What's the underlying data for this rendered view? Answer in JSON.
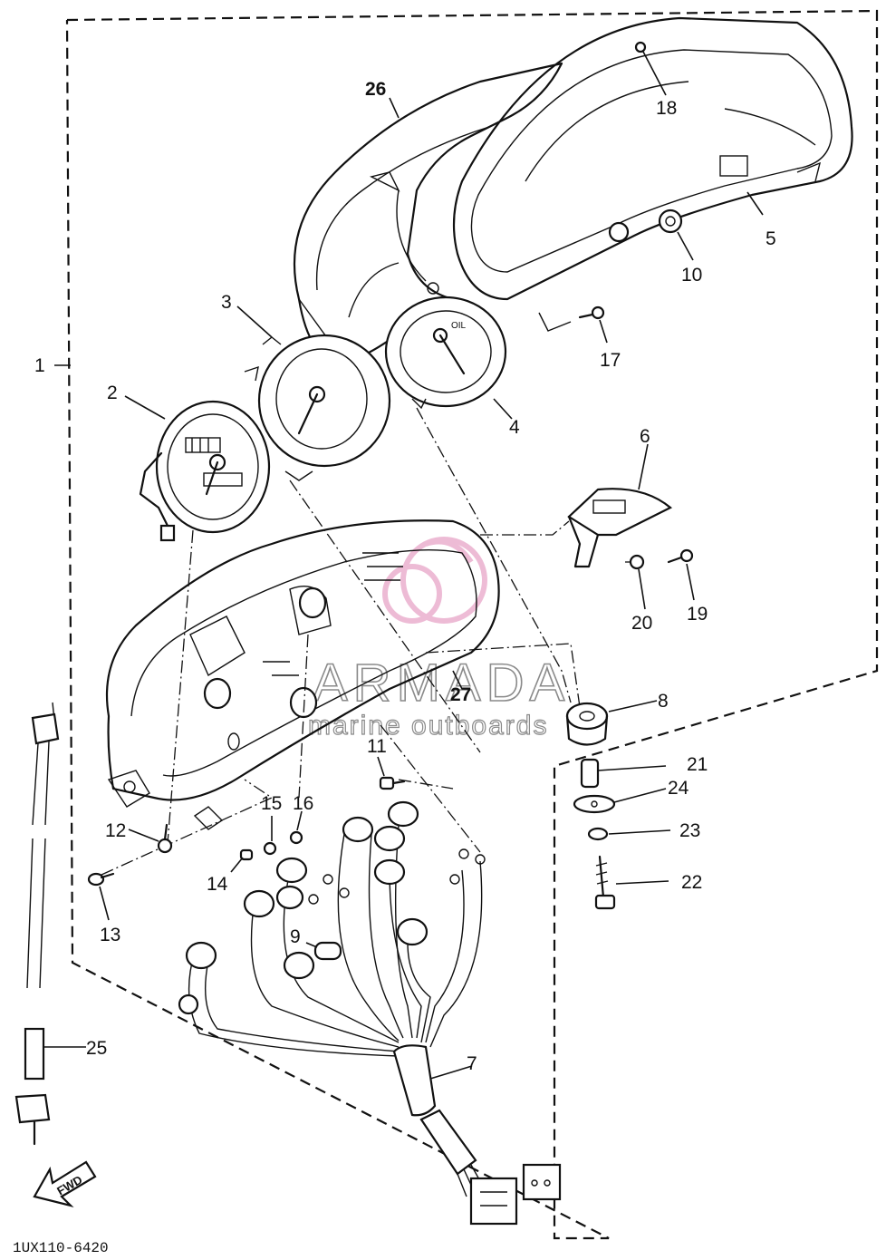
{
  "diagram": {
    "catalog_code": "1UX110-6420",
    "fwd_arrow_label": "FWD",
    "watermark": {
      "brand": "ARMADA",
      "tagline": "marine outboards"
    },
    "callouts": [
      {
        "id": "1",
        "label": "1"
      },
      {
        "id": "2",
        "label": "2"
      },
      {
        "id": "3",
        "label": "3"
      },
      {
        "id": "4",
        "label": "4"
      },
      {
        "id": "5",
        "label": "5"
      },
      {
        "id": "6",
        "label": "6"
      },
      {
        "id": "7",
        "label": "7"
      },
      {
        "id": "8",
        "label": "8"
      },
      {
        "id": "9",
        "label": "9"
      },
      {
        "id": "10",
        "label": "10"
      },
      {
        "id": "11",
        "label": "11"
      },
      {
        "id": "12",
        "label": "12"
      },
      {
        "id": "13",
        "label": "13"
      },
      {
        "id": "14",
        "label": "14"
      },
      {
        "id": "15",
        "label": "15"
      },
      {
        "id": "16",
        "label": "16"
      },
      {
        "id": "17",
        "label": "17"
      },
      {
        "id": "18",
        "label": "18"
      },
      {
        "id": "19",
        "label": "19"
      },
      {
        "id": "20",
        "label": "20"
      },
      {
        "id": "21",
        "label": "21"
      },
      {
        "id": "22",
        "label": "22"
      },
      {
        "id": "23",
        "label": "23"
      },
      {
        "id": "24",
        "label": "24"
      },
      {
        "id": "25",
        "label": "25"
      },
      {
        "id": "26",
        "label": "26"
      },
      {
        "id": "27",
        "label": "27"
      }
    ]
  }
}
